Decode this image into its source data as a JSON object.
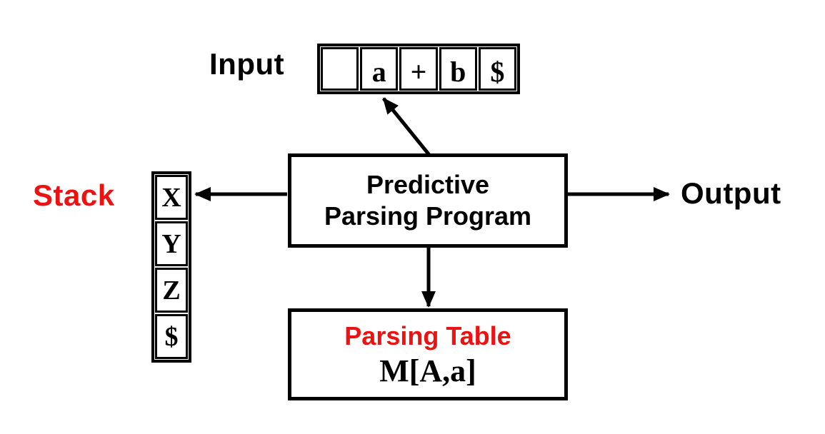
{
  "labels": {
    "input": "Input",
    "stack": "Stack",
    "output": "Output"
  },
  "input_row": {
    "cells": [
      "",
      "a",
      "+",
      "b",
      "$"
    ]
  },
  "stack_column": {
    "cells": [
      "X",
      "Y",
      "Z",
      "$"
    ]
  },
  "program_box": {
    "line1": "Predictive",
    "line2": "Parsing Program"
  },
  "parsing_table_box": {
    "title": "Parsing Table",
    "formula": "M[A,a]"
  },
  "arrows": [
    "program-to-input",
    "program-to-stack",
    "program-to-output",
    "program-to-parsing-table"
  ],
  "colors": {
    "accent_red": "#ee1111",
    "line_black": "#000000",
    "background": "#ffffff"
  }
}
